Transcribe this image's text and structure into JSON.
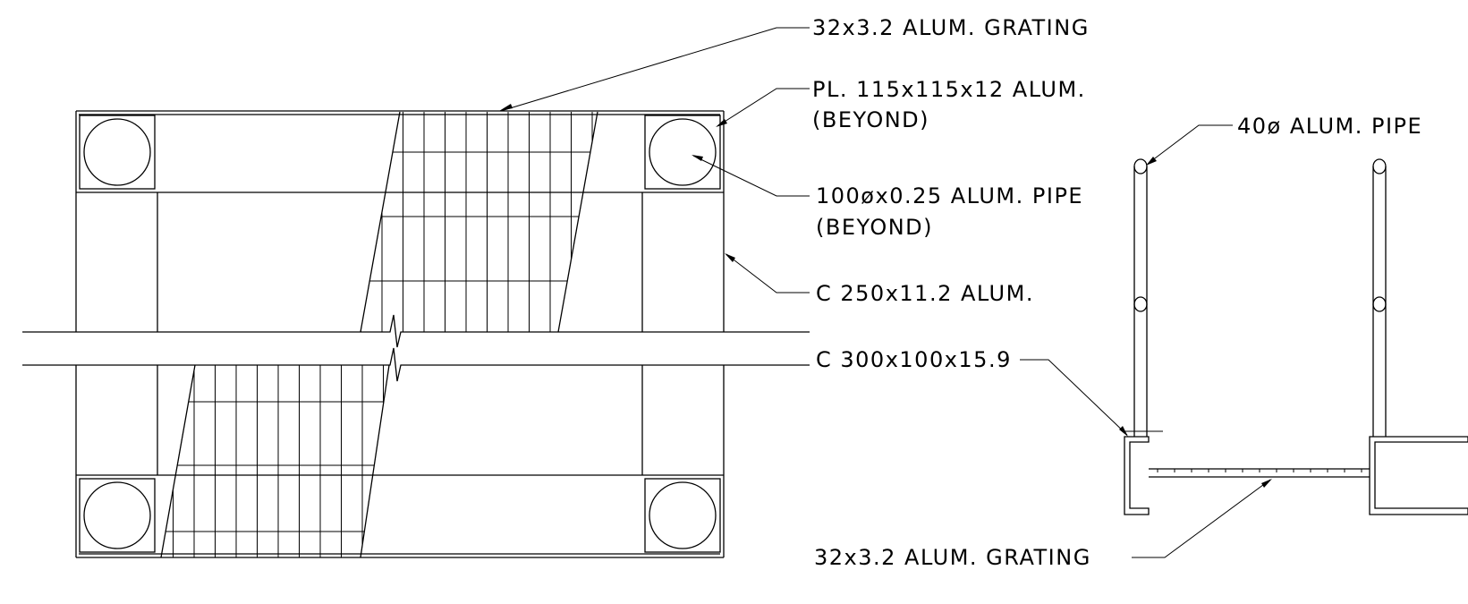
{
  "labels": {
    "grating_top": "32x3.2 ALUM. GRATING",
    "plate_line1": "PL. 115x115x12 ALUM.",
    "plate_line2": "(BEYOND)",
    "pipe_line1": "100øx0.25 ALUM. PIPE",
    "pipe_line2": "(BEYOND)",
    "channel_small": "C 250x11.2 ALUM.",
    "channel_large": "C 300x100x15.9",
    "post_label": "40ø ALUM. PIPE",
    "grating_bottom": "32x3.2 ALUM. GRATING"
  },
  "colors": {
    "line": "#000000",
    "background": "#ffffff"
  }
}
